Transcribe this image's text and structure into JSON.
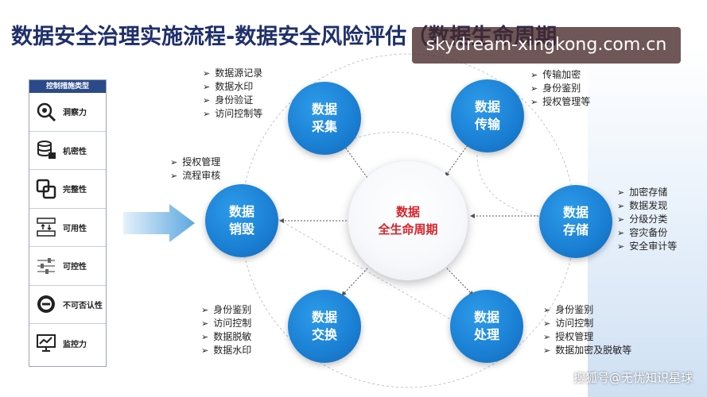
{
  "title": "数据安全治理实施流程-数据安全风险评估（数据生命周期",
  "watermark": "skydream-xingkong.com.cn",
  "footer": "搜狐号@无忧知识星球",
  "sidebar": {
    "header": "控制措施类型",
    "items": [
      {
        "label": "洞察力",
        "icon": "magnifier-icon"
      },
      {
        "label": "机密性",
        "icon": "database-lock-icon"
      },
      {
        "label": "完整性",
        "icon": "overlap-squares-icon"
      },
      {
        "label": "可用性",
        "icon": "server-sync-icon"
      },
      {
        "label": "可控性",
        "icon": "sliders-icon"
      },
      {
        "label": "不可否认性",
        "icon": "prohibit-icon"
      },
      {
        "label": "监控力",
        "icon": "monitor-chart-icon"
      }
    ]
  },
  "center": {
    "line1": "数据",
    "line2": "全生命周期"
  },
  "nodes": {
    "collect": {
      "line1": "数据",
      "line2": "采集",
      "items": [
        "数据源记录",
        "数据水印",
        "身份验证",
        "访问控制等"
      ]
    },
    "transfer": {
      "line1": "数据",
      "line2": "传输",
      "items": [
        "传输加密",
        "身份鉴别",
        "授权管理等"
      ]
    },
    "storage": {
      "line1": "数据",
      "line2": "存储",
      "items": [
        "加密存储",
        "数据发现",
        "分级分类",
        "容灾备份",
        "安全审计等"
      ]
    },
    "process": {
      "line1": "数据",
      "line2": "处理",
      "items": [
        "身份鉴别",
        "访问控制",
        "授权管理",
        "数据加密及脱敏等"
      ]
    },
    "exchange": {
      "line1": "数据",
      "line2": "交换",
      "items": [
        "身份鉴别",
        "访问控制",
        "数据脱敏",
        "数据水印"
      ]
    },
    "destroy": {
      "line1": "数据",
      "line2": "销毁",
      "items": [
        "授权管理",
        "流程审核"
      ]
    }
  },
  "colors": {
    "title": "#1f2f6b",
    "node": "#1a7fd3",
    "center_text": "#d8232a",
    "sidebar_header": "#2b4a8a"
  }
}
